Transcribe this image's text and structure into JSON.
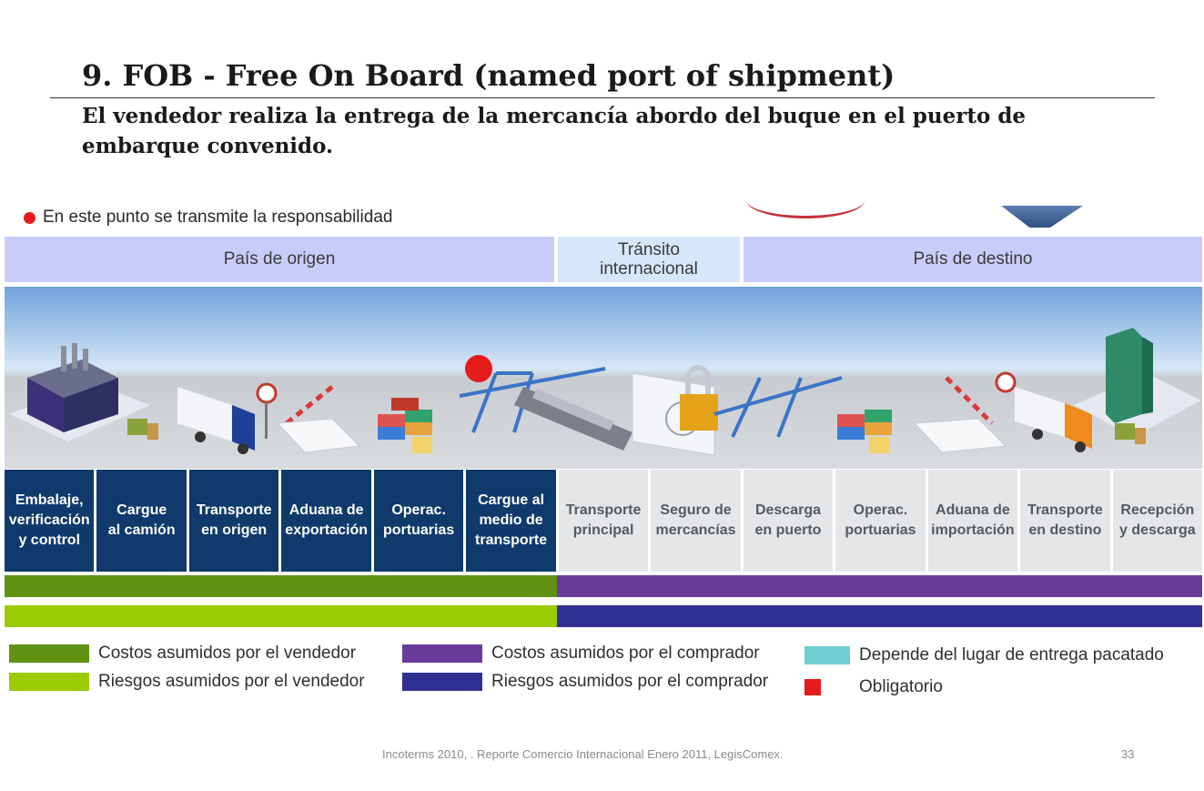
{
  "title": "9. FOB - Free On Board (named port of shipment)",
  "subtitle": "El vendedor realiza la entrega de la  mercancía  abordo del buque en el puerto de embarque convenido.",
  "note": "En este punto se transmite la responsabilidad",
  "regions": {
    "origin": "País de origen",
    "transit": "Tránsito\ninternacional",
    "destination": "País de destino"
  },
  "steps": [
    {
      "label": "Embalaje,\nverificación\ny control",
      "party": "seller"
    },
    {
      "label": "Cargue\nal camión",
      "party": "seller"
    },
    {
      "label": "Transporte\nen origen",
      "party": "seller"
    },
    {
      "label": "Aduana de\nexportación",
      "party": "seller"
    },
    {
      "label": "Operac.\nportuarias",
      "party": "seller"
    },
    {
      "label": "Cargue al\nmedio de\ntransporte",
      "party": "seller"
    },
    {
      "label": "Transporte\nprincipal",
      "party": "buyer"
    },
    {
      "label": "Seguro de\nmercancías",
      "party": "buyer"
    },
    {
      "label": "Descarga\nen puerto",
      "party": "buyer"
    },
    {
      "label": "Operac.\nportuarias",
      "party": "buyer"
    },
    {
      "label": "Aduana de\nimportación",
      "party": "buyer"
    },
    {
      "label": "Transporte\nen destino",
      "party": "buyer"
    },
    {
      "label": "Recepción\ny descarga",
      "party": "buyer"
    }
  ],
  "transfer_after_step": 6,
  "legend": {
    "seller_costs": "Costos asumidos por el vendedor",
    "seller_risks": "Riesgos asumidos por el vendedor",
    "buyer_costs": "Costos asumidos por el comprador",
    "buyer_risks": "Riesgos asumidos por el comprador",
    "depends": "Depende del lugar de entrega pacatado",
    "mandatory": "Obligatorio"
  },
  "colors": {
    "seller_costs": "#5f9210",
    "seller_risks": "#99cc00",
    "buyer_costs": "#6a3a9b",
    "buyer_risks": "#2e3192",
    "depends": "#6fcfd0",
    "mandatory": "#e61b1b",
    "seller_step": "#0f3a6b",
    "buyer_step": "#e4e6e8"
  },
  "source": "Incoterms 2010, . Reporte Comercio Internacional Enero 2011, LegisComex.",
  "page_number": "33"
}
